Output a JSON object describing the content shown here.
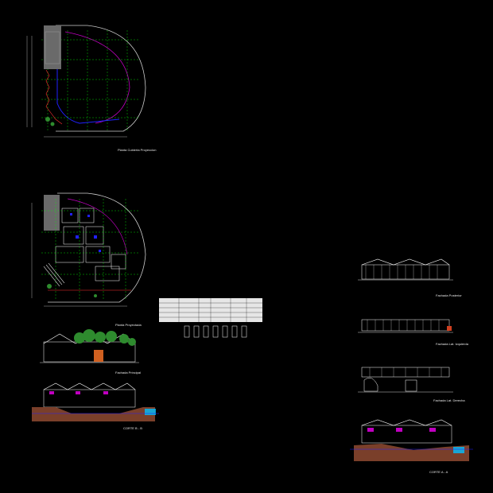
{
  "drawing": {
    "background": "#000000",
    "colors": {
      "wall": "#ffffff",
      "grid": "#00ff00",
      "curve": "#c000c0",
      "glass": "#2020ff",
      "dim": "#cfcfcf",
      "tree": "#2e8b2e",
      "soil": "#7a3f2a",
      "accent": "#ff3030"
    },
    "sheet_titles": {
      "plan_top": "Planta Cubierta Proyeccion",
      "plan_bottom": "Planta Proyectada",
      "elev_main": "Fachada Principal",
      "section_bb": "CORTE B - B",
      "elev_right_1": "Fachada Posterior",
      "elev_right_2": "Fachada Lat. Izquierda",
      "elev_right_3": "Fachada Lat. Derecha",
      "section_aa": "CORTE A - A"
    }
  }
}
